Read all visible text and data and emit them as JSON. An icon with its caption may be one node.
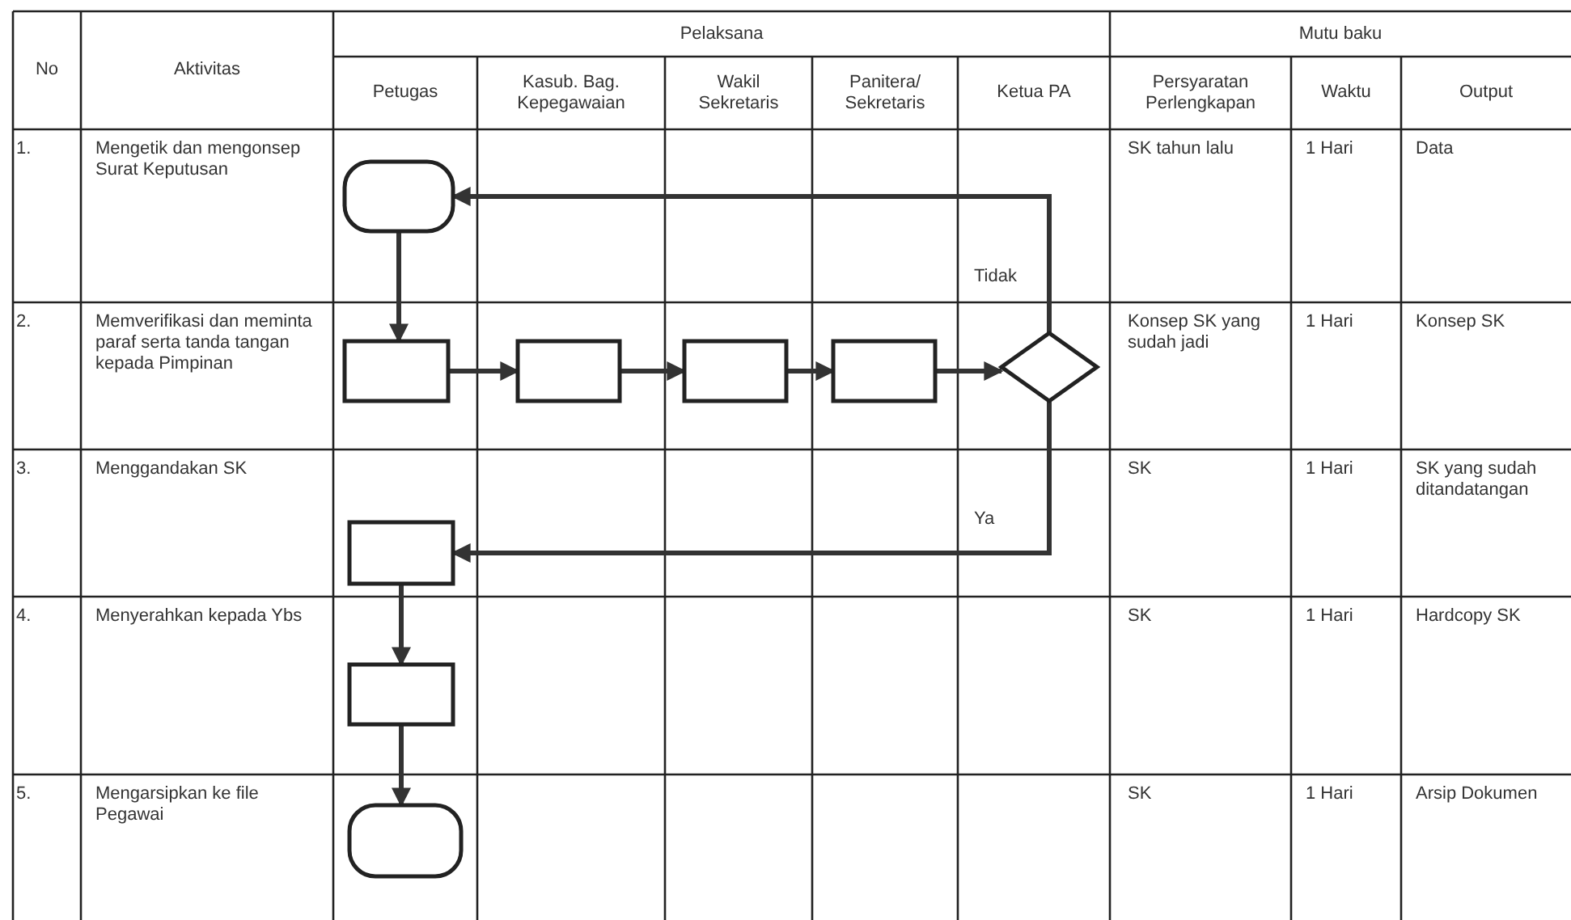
{
  "diagram": {
    "nodes": [
      {
        "text": [],
        "shape": "oval"
      },
      {
        "text": [],
        "shape": "box"
      },
      {
        "text": [],
        "shape": "box"
      },
      {
        "text": [],
        "shape": "box"
      },
      {
        "text": [],
        "shape": "box"
      },
      {
        "text": [],
        "shape": "diamond"
      },
      {
        "text": [],
        "shape": "box"
      },
      {
        "text": [],
        "shape": "box"
      },
      {
        "text": [],
        "shape": "oval"
      }
    ],
    "edges": [
      {
        "from": 0,
        "to": 1,
        "arrow": "to"
      },
      {
        "from": 1,
        "to": 2,
        "arrow": "to"
      },
      {
        "from": 2,
        "to": 3,
        "arrow": "to"
      },
      {
        "from": 3,
        "to": 4,
        "arrow": "to"
      },
      {
        "from": 4,
        "to": 5,
        "arrow": "to"
      },
      {
        "from": 5,
        "to": 0,
        "arrow": "to",
        "label": "Tidak"
      },
      {
        "from": 5,
        "to": 6,
        "arrow": "to",
        "label": "Ya"
      },
      {
        "from": 6,
        "to": 7,
        "arrow": "to"
      },
      {
        "from": 7,
        "to": 8,
        "arrow": "to"
      }
    ],
    "labels": [
      "No",
      "Aktivitas",
      "Pelaksana",
      "Mutu baku",
      "Petugas",
      "Kasub. Bag. Kepegawaian",
      "Wakil Sekretaris",
      "Panitera/ Sekretaris",
      "Ketua PA",
      "Persyaratan Perlengkapan",
      "Waktu",
      "Output",
      "1.",
      "Mengetik dan mengonsep Surat Keputusan",
      "SK tahun lalu",
      "1 Hari",
      "Data",
      "2.",
      "Memverifikasi dan meminta paraf serta tanda tangan kepada Pimpinan",
      "Konsep SK yang sudah jadi",
      "1 Hari",
      "Konsep SK",
      "3.",
      "Menggandakan SK",
      "SK",
      "1 Hari",
      "SK yang sudah ditandatangan",
      "4.",
      "Menyerahkan kepada Ybs",
      "SK",
      "1 Hari",
      "Hardcopy SK",
      "5.",
      "Mengarsipkan ke file Pegawai",
      "SK",
      "1 Hari",
      "Arsip Dokumen"
    ]
  }
}
